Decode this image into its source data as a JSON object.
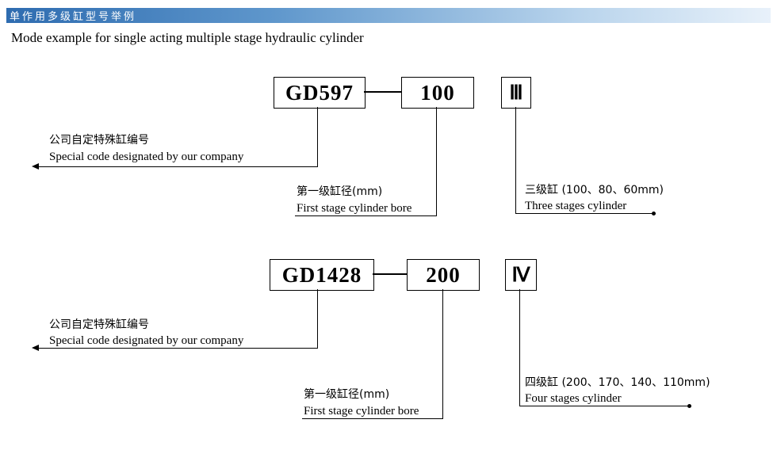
{
  "header": {
    "bar_title": "单作用多级缸型号举例",
    "subtitle": "Mode example for single acting multiple stage hydraulic cylinder",
    "bar_color_left": "#2e6cb0",
    "bar_color_right": "#e8f1fa",
    "bar_text_color": "#ffffff"
  },
  "examples": [
    {
      "code": "GD597",
      "bore": "100",
      "stage_numeral": "Ⅲ",
      "company_label_zh": "公司自定特殊缸编号",
      "company_label_en": "Special code designated by our company",
      "bore_label_zh": "第一级缸径(mm)",
      "bore_label_en": "First stage cylinder bore",
      "stage_label_zh": "三级缸 (100、80、60mm)",
      "stage_label_en": "Three stages cylinder"
    },
    {
      "code": "GD1428",
      "bore": "200",
      "stage_numeral": "Ⅳ",
      "company_label_zh": "公司自定特殊缸编号",
      "company_label_en": "Special code designated by our company",
      "bore_label_zh": "第一级缸径(mm)",
      "bore_label_en": "First stage cylinder bore",
      "stage_label_zh": "四级缸 (200、170、140、110mm)",
      "stage_label_en": "Four stages cylinder"
    }
  ]
}
